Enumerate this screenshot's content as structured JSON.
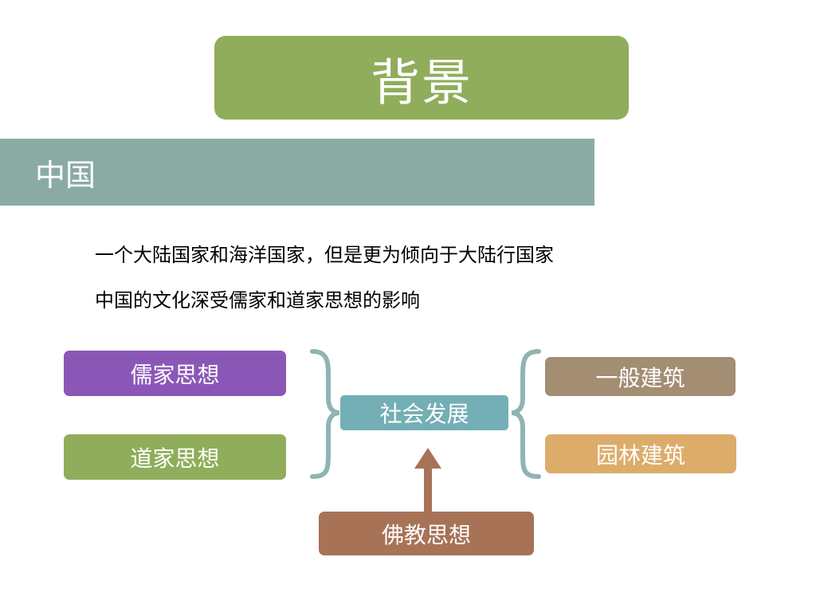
{
  "slide": {
    "title": "背景",
    "section": "中国",
    "lines": [
      "一个大陆国家和海洋国家，但是更为倾向于大陆行国家",
      "中国的文化深受儒家和道家思想的影响"
    ]
  },
  "diagram": {
    "left": [
      "儒家思想",
      "道家思想"
    ],
    "center": "社会发展",
    "right": [
      "一般建筑",
      "园林建筑"
    ],
    "bottom": "佛教思想"
  },
  "colors": {
    "title": "#8fad5a",
    "section": "#8aaba4",
    "confucian": "#8b57b7",
    "taoist": "#8fad5a",
    "society": "#73afb5",
    "general": "#a38d73",
    "garden": "#dcac6a",
    "buddhist": "#a87256",
    "bracket": "#8fb4b2"
  }
}
